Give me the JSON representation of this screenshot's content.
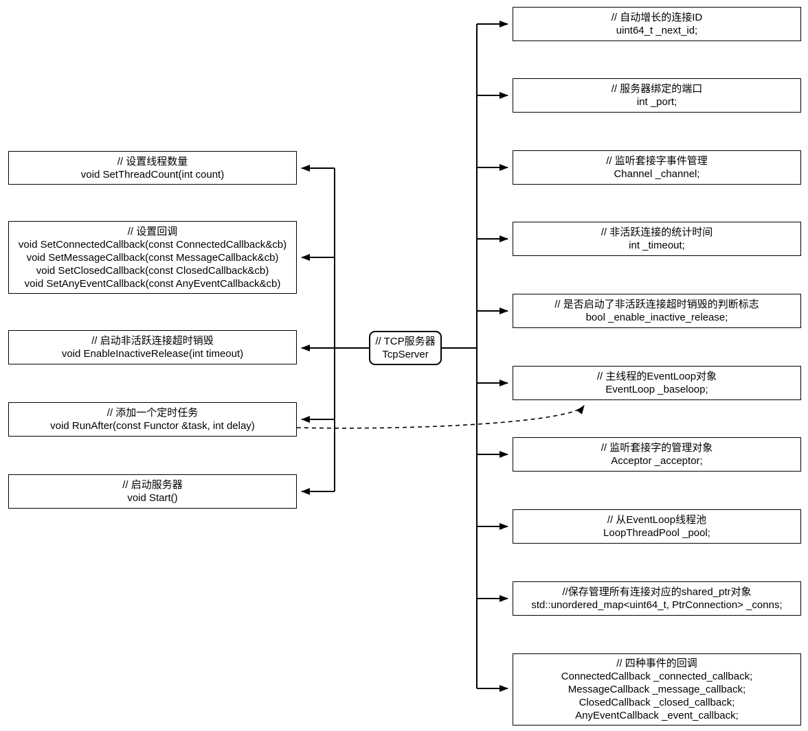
{
  "center_node": {
    "comment": "// TCP服务器",
    "name": "TcpServer"
  },
  "methods": [
    {
      "id": "SetThreadCount",
      "lines": [
        "// 设置线程数量",
        "void SetThreadCount(int count)"
      ]
    },
    {
      "id": "SetCallbacks",
      "lines": [
        "// 设置回调",
        "void SetConnectedCallback(const ConnectedCallback&cb)",
        "void SetMessageCallback(const MessageCallback&cb)",
        "void SetClosedCallback(const ClosedCallback&cb)",
        "void SetAnyEventCallback(const AnyEventCallback&cb)"
      ]
    },
    {
      "id": "EnableInactiveRelease",
      "lines": [
        "// 启动非活跃连接超时销毁",
        "void EnableInactiveRelease(int timeout)"
      ]
    },
    {
      "id": "RunAfter",
      "lines": [
        "// 添加一个定时任务",
        "void RunAfter(const Functor &task, int delay)"
      ]
    },
    {
      "id": "Start",
      "lines": [
        "// 启动服务器",
        "void Start()"
      ]
    }
  ],
  "members": [
    {
      "id": "_next_id",
      "lines": [
        "// 自动增长的连接ID",
        "uint64_t _next_id;"
      ]
    },
    {
      "id": "_port",
      "lines": [
        "// 服务器绑定的端口",
        "int _port;"
      ]
    },
    {
      "id": "_channel",
      "lines": [
        "// 监听套接字事件管理",
        "Channel _channel;"
      ]
    },
    {
      "id": "_timeout",
      "lines": [
        "// 非活跃连接的统计时间",
        "int _timeout;"
      ]
    },
    {
      "id": "_enable_inactive_release",
      "lines": [
        "// 是否启动了非活跃连接超时销毁的判断标志",
        "bool _enable_inactive_release;"
      ]
    },
    {
      "id": "_baseloop",
      "lines": [
        "// 主线程的EventLoop对象",
        "EventLoop _baseloop;"
      ]
    },
    {
      "id": "_acceptor",
      "lines": [
        "// 监听套接字的管理对象",
        "Acceptor _acceptor;"
      ]
    },
    {
      "id": "_pool",
      "lines": [
        "// 从EventLoop线程池",
        "LoopThreadPool _pool;"
      ]
    },
    {
      "id": "_conns",
      "lines": [
        "//保存管理所有连接对应的shared_ptr对象",
        "std::unordered_map<uint64_t, PtrConnection> _conns;"
      ]
    },
    {
      "id": "event_callbacks",
      "lines": [
        "// 四种事件的回调",
        "ConnectedCallback _connected_callback;",
        "MessageCallback _message_callback;",
        "ClosedCallback _closed_callback;",
        "AnyEventCallback _event_callback;"
      ]
    }
  ],
  "colors": {
    "stroke": "#000000",
    "background": "#ffffff",
    "text": "#000000"
  }
}
